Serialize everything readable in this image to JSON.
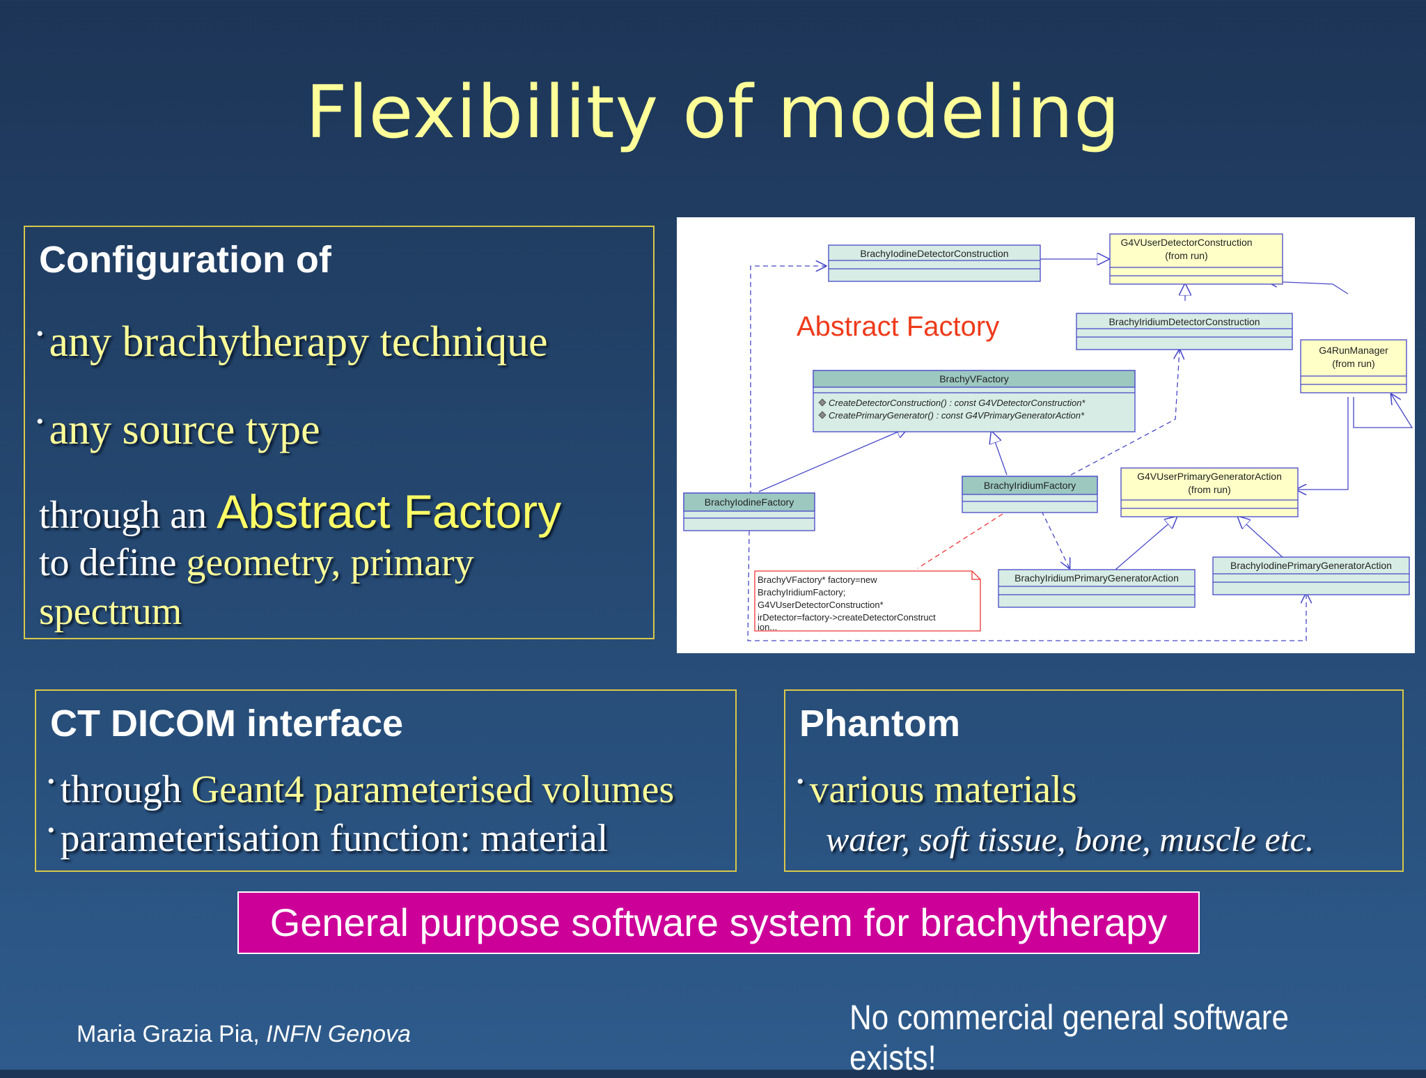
{
  "slide": {
    "title": "Flexibility of modeling"
  },
  "config_box": {
    "heading": "Configuration of",
    "bullet1": "any brachytherapy technique",
    "bullet2": "any source type",
    "through_prefix": "through an",
    "abstract_factory": "Abstract Factory",
    "define_prefix": "to define",
    "define_rest": "geometry, primary",
    "define_last": "spectrum"
  },
  "diagram": {
    "label": "Abstract Factory",
    "classes": {
      "brachy_iodine_detector_construction": "BrachyIodineDetectorConstruction",
      "g4v_user_detector_construction": "G4VUserDetectorConstruction",
      "from_run_1": "(from run)",
      "brachy_iridium_detector_construction": "BrachyIridiumDetectorConstruction",
      "g4_run_manager": "G4RunManager",
      "from_run_2": "(from run)",
      "brachy_v_factory": "BrachyVFactory",
      "op1": "CreateDetectorConstruction() : const G4VDetectorConstruction*",
      "op2": "CreatePrimaryGenerator() : const G4VPrimaryGeneratorAction*",
      "brachy_iodine_factory": "BrachyIodineFactory",
      "brachy_iridium_factory": "BrachyIridiumFactory",
      "g4v_user_primary_generator_action": "G4VUserPrimaryGeneratorAction",
      "from_run_3": "(from run)",
      "brachy_iridium_primary_generator_action": "BrachyIridiumPrimaryGeneratorAction",
      "brachy_iodine_primary_generator_action": "BrachyIodinePrimaryGeneratorAction"
    },
    "note_lines": [
      "BrachyVFactory* factory=new",
      "BrachyIridiumFactory;",
      "G4VUserDetectorConstruction*",
      "irDetector=factory->createDetectorConstruct",
      "ion..."
    ]
  },
  "ct_box": {
    "heading": "CT DICOM interface",
    "b1_prefix": "through",
    "b1_rest": "Geant4 parameterised volumes",
    "b2": "parameterisation function: material"
  },
  "phantom_box": {
    "heading": "Phantom",
    "b1": "various materials",
    "examples": "water, soft tissue, bone, muscle etc."
  },
  "banner": "General purpose software system for brachytherapy",
  "footer": {
    "author": "Maria Grazia Pia,",
    "org": "INFN Genova",
    "note": "No commercial general software exists!"
  },
  "colors": {
    "title": "#ffff99",
    "box_border": "#d9c84a",
    "banner": "#cc0099",
    "uml_green": "#d6ece4",
    "uml_yellow": "#ffffc8"
  }
}
